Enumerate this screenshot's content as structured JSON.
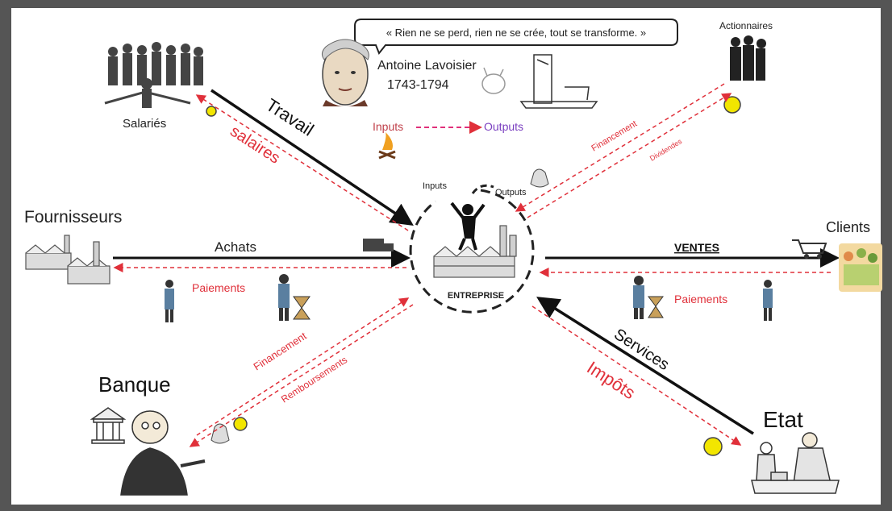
{
  "quote": "« Rien ne se perd, rien ne se crée, tout se transforme. »",
  "lavoisier": {
    "name": "Antoine Lavoisier",
    "dates": "1743-1794"
  },
  "io_demo": {
    "inputs": "Inputs",
    "outputs": "Outputs"
  },
  "center": {
    "label": "ENTREPRISE",
    "inputs": "Inputs",
    "outputs": "Outputs"
  },
  "actors": {
    "salaries": "Salariés",
    "actionnaires": "Actionnaires",
    "fournisseurs": "Fournisseurs",
    "clients": "Clients",
    "banque": "Banque",
    "etat": "Etat"
  },
  "flows": {
    "travail": "Travail",
    "salaires": "salaires",
    "financement_actionnaires": "Financement",
    "dividendes": "Dividendes",
    "achats": "Achats",
    "paiements_fournisseurs": "Paiements",
    "ventes": "VENTES",
    "paiements_clients": "Paiements",
    "financement_banque": "Financement",
    "remboursements": "Remboursements",
    "services": "Services",
    "impots": "Impôts"
  },
  "colors": {
    "frame": "#555555",
    "real_flow": "#111111",
    "money_flow": "#e0303a",
    "coin": "#f2e600",
    "outputs_text": "#7a3fc0"
  }
}
